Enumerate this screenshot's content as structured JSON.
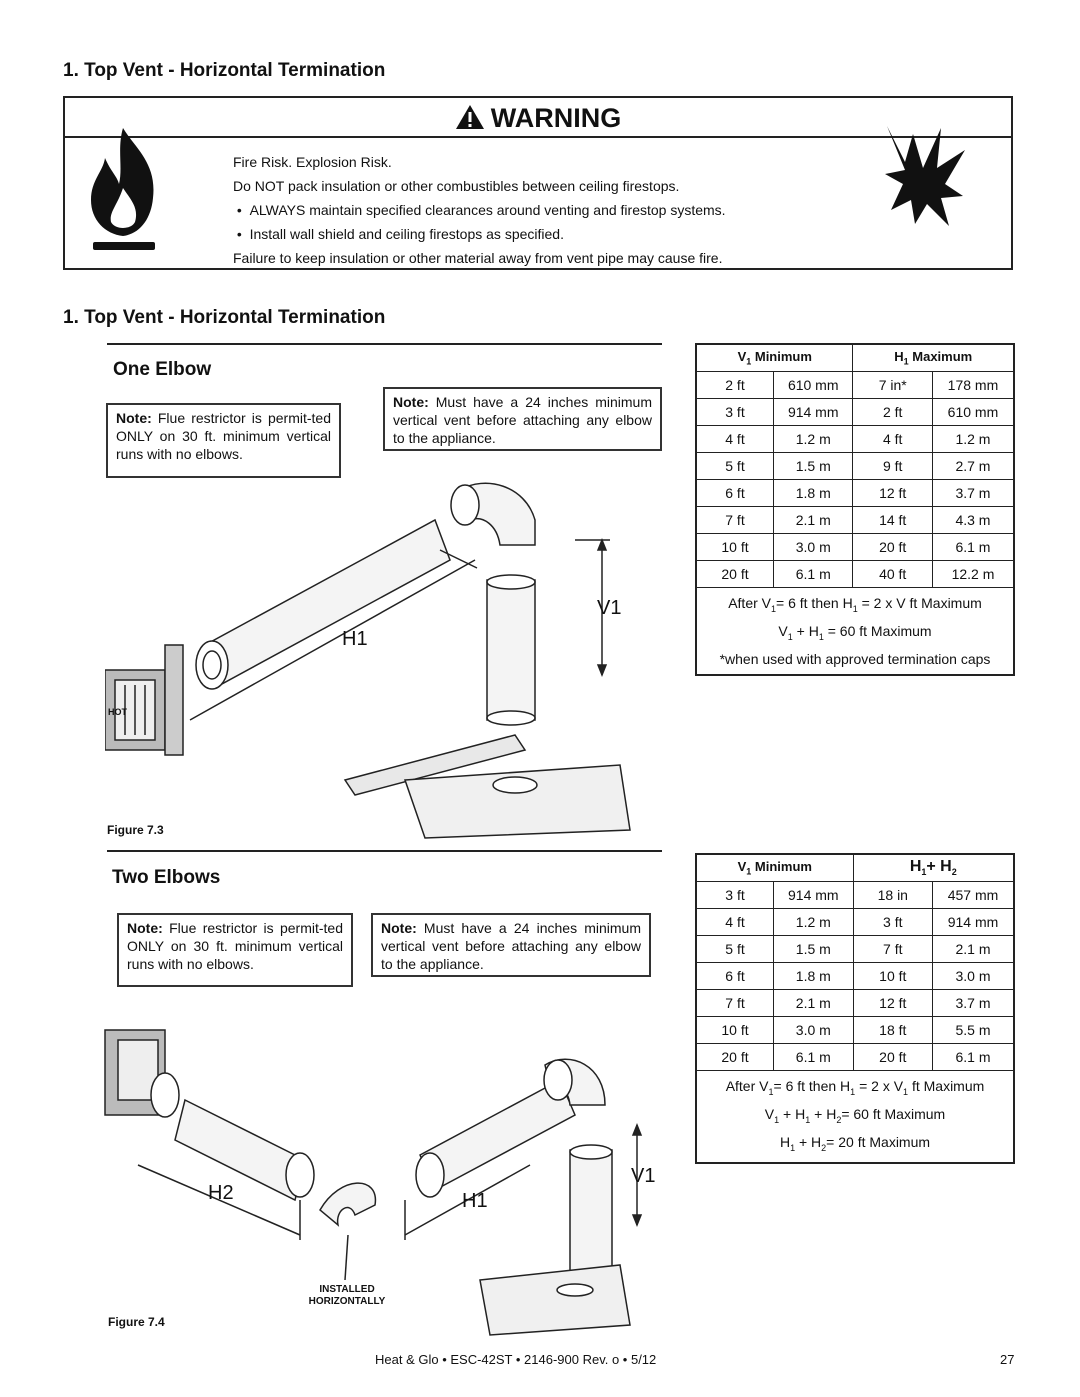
{
  "section_title": "1.  Top Vent - Horizontal Termination",
  "warning": {
    "heading": "WARNING",
    "line1": "Fire Risk.   Explosion Risk.",
    "line2": "Do NOT pack insulation or other combustibles between ceiling firestops.",
    "bullet1": "ALWAYS maintain specified clearances around venting and firestop systems.",
    "bullet2": "Install wall shield and ceiling firestops as specified.",
    "line3": "Failure to keep insulation or other material away from vent pipe may cause fire."
  },
  "one_elbow": {
    "title": "One Elbow",
    "note_left_label": "Note:",
    "note_left_text": " Flue restrictor is permit-ted ONLY on 30 ft. minimum vertical runs with no elbows.",
    "note_right_label": "Note:",
    "note_right_text": " Must have a 24 inches minimum vertical vent before attaching any elbow to the appliance.",
    "label_h": "H1",
    "label_v": "V1",
    "figure": "Figure 7.3",
    "hot_label": "HOT",
    "table": {
      "col1": "V1 Minimum",
      "col2": "H1 Maximum",
      "rows": [
        [
          "2 ft",
          "610 mm",
          "7 in*",
          "178 mm"
        ],
        [
          "3 ft",
          "914 mm",
          "2 ft",
          "610 mm"
        ],
        [
          "4 ft",
          "1.2 m",
          "4 ft",
          "1.2 m"
        ],
        [
          "5 ft",
          "1.5 m",
          "9 ft",
          "2.7 m"
        ],
        [
          "6 ft",
          "1.8 m",
          "12 ft",
          "3.7 m"
        ],
        [
          "7 ft",
          "2.1 m",
          "14 ft",
          "4.3 m"
        ],
        [
          "10 ft",
          "3.0 m",
          "20 ft",
          "6.1 m"
        ],
        [
          "20 ft",
          "6.1 m",
          "40 ft",
          "12.2 m"
        ]
      ],
      "foot1": "After V1= 6 ft then H1 = 2 x V ft Maximum",
      "foot2": "V1 + H1 = 60 ft Maximum",
      "foot3": "*when used with approved termination caps"
    }
  },
  "two_elbows": {
    "title": "Two Elbows",
    "note_left_label": "Note:",
    "note_left_text": " Flue restrictor is permit-ted ONLY on 30 ft. minimum vertical runs with no elbows.",
    "note_right_label": "Note:",
    "note_right_text": " Must have a 24 inches minimum vertical vent before attaching any elbow to the appliance.",
    "label_h2": "H2",
    "label_h1": "H1",
    "label_v": "V1",
    "installed": "INSTALLED HORIZONTALLY",
    "figure": "Figure 7.4",
    "table": {
      "col1": "V1 Minimum",
      "col2": "H1+ H2",
      "rows": [
        [
          "3 ft",
          "914 mm",
          "18 in",
          "457 mm"
        ],
        [
          "4 ft",
          "1.2 m",
          "3 ft",
          "914 mm"
        ],
        [
          "5 ft",
          "1.5 m",
          "7 ft",
          "2.1 m"
        ],
        [
          "6 ft",
          "1.8 m",
          "10 ft",
          "3.0 m"
        ],
        [
          "7 ft",
          "2.1 m",
          "12 ft",
          "3.7 m"
        ],
        [
          "10 ft",
          "3.0 m",
          "18 ft",
          "5.5 m"
        ],
        [
          "20 ft",
          "6.1 m",
          "20 ft",
          "6.1 m"
        ]
      ],
      "foot1": "After V1= 6 ft then H1 = 2 x V1 ft Maximum",
      "foot2": "V1 + H1 + H2= 60 ft Maximum",
      "foot3": "H1 + H2= 20 ft Maximum"
    }
  },
  "footer": {
    "doc": "Heat & Glo  •  ESC-42ST  •  2146-900 Rev. o  •  5/12",
    "page": "27"
  }
}
